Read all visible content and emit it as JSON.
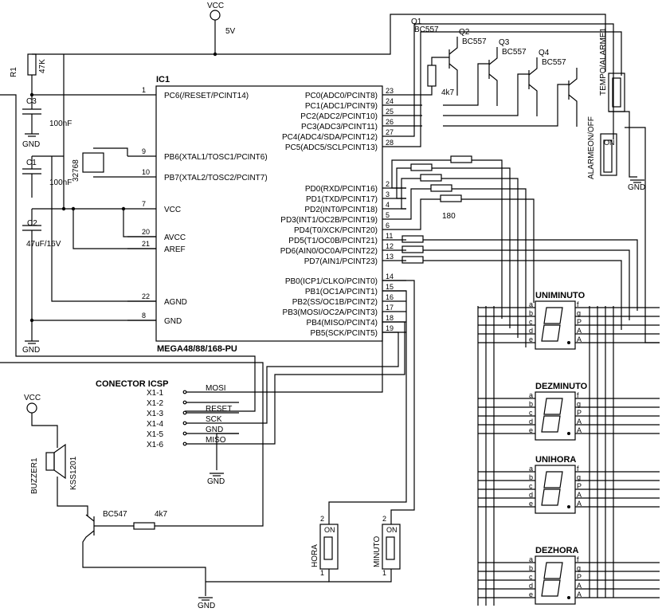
{
  "power": {
    "vcc_top": "VCC",
    "v5": "5V",
    "vcc_left": "VCC",
    "gnd": "GND"
  },
  "ic": {
    "ref": "IC1",
    "part": "MEGA48/88/168-PU",
    "left_pins": [
      {
        "num": "1",
        "name": "PC6(/RESET/PCINT14)"
      },
      {
        "num": "9",
        "name": "PB6(XTAL1/TOSC1/PCINT6)"
      },
      {
        "num": "10",
        "name": "PB7(XTAL2/TOSC2/PCINT7)"
      },
      {
        "num": "7",
        "name": "VCC"
      },
      {
        "num": "20",
        "name": "AVCC"
      },
      {
        "num": "21",
        "name": "AREF"
      },
      {
        "num": "22",
        "name": "AGND"
      },
      {
        "num": "8",
        "name": "GND"
      }
    ],
    "right_pins": [
      {
        "num": "23",
        "name": "PC0(ADC0/PCINT8)"
      },
      {
        "num": "24",
        "name": "PC1(ADC1/PCINT9)"
      },
      {
        "num": "25",
        "name": "PC2(ADC2/PCINT10)"
      },
      {
        "num": "26",
        "name": "PC3(ADC3/PCINT11)"
      },
      {
        "num": "27",
        "name": "PC4(ADC4/SDA/PCINT12)"
      },
      {
        "num": "28",
        "name": "PC5(ADC5/SCLPCINT13)"
      },
      {
        "num": "2",
        "name": "PD0(RXD/PCINT16)"
      },
      {
        "num": "3",
        "name": "PD1(TXD/PCINT17)"
      },
      {
        "num": "4",
        "name": "PD2(INT0/PCINT18)"
      },
      {
        "num": "5",
        "name": "PD3(INT1/OC2B/PCINT19)"
      },
      {
        "num": "6",
        "name": "PD4(T0/XCK/PCINT20)"
      },
      {
        "num": "11",
        "name": "PD5(T1/OC0B/PCINT21)"
      },
      {
        "num": "12",
        "name": "PD6(AIN0/OC0A/PCINT22)"
      },
      {
        "num": "13",
        "name": "PD7(AIN1/PCINT23)"
      },
      {
        "num": "14",
        "name": "PB0(ICP1/CLKO/PCINT0)"
      },
      {
        "num": "15",
        "name": "PB1(OC1A/PCINT1)"
      },
      {
        "num": "16",
        "name": "PB2(SS/OC1B/PCINT2)"
      },
      {
        "num": "17",
        "name": "PB3(MOSI/OC2A/PCINT3)"
      },
      {
        "num": "18",
        "name": "PB4(MISO/PCINT4)"
      },
      {
        "num": "19",
        "name": "PB5(SCK/PCINT5)"
      }
    ]
  },
  "components": {
    "r1": "R1",
    "r1_val": "47K",
    "c3": "C3",
    "c3_val": "100nF",
    "c1": "C1",
    "c1_val": "100nF",
    "c2": "C2",
    "c2_val": "47uF/16V",
    "xtal": "32768",
    "q1": "Q1",
    "q1_type": "BC557",
    "q2": "Q2",
    "q2_type": "BC557",
    "q3": "Q3",
    "q3_type": "BC557",
    "q4": "Q4",
    "q4_type": "BC557",
    "r_base": "4k7",
    "r_seg": "180",
    "buzzer": "BUZZER1",
    "buzzer_part": "KSS1201",
    "q_buzzer": "BC547",
    "r_buzzer": "4k7"
  },
  "switches": {
    "tempo_alarme": "TEMPO/ALARME1",
    "alarme_on_off": "ALARMEON/OFF",
    "hora": "HORA",
    "minuto": "MINUTO",
    "on": "ON",
    "pin1": "1",
    "pin2": "2"
  },
  "icsp": {
    "title": "CONECTOR ICSP",
    "pins": [
      {
        "num": "X1-1",
        "sig": "MOSI"
      },
      {
        "num": "X1-2",
        "sig": ""
      },
      {
        "num": "X1-3",
        "sig": "RESET"
      },
      {
        "num": "X1-4",
        "sig": "SCK"
      },
      {
        "num": "X1-5",
        "sig": "GND"
      },
      {
        "num": "X1-6",
        "sig": "MISO"
      }
    ]
  },
  "displays": [
    {
      "name": "UNIMINUTO"
    },
    {
      "name": "DEZMINUTO"
    },
    {
      "name": "UNIHORA"
    },
    {
      "name": "DEZHORA"
    }
  ],
  "display_pins_left": [
    "a",
    "b",
    "c",
    "d",
    "e"
  ],
  "display_pins_right": [
    "f",
    "g",
    "P",
    "A",
    "A"
  ]
}
